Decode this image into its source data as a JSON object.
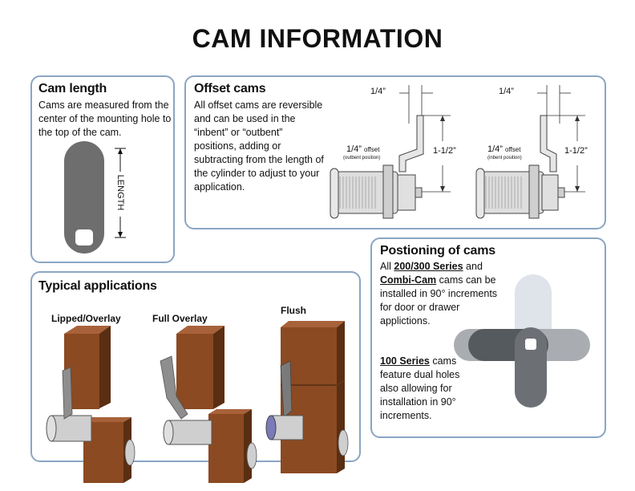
{
  "title": "CAM INFORMATION",
  "cam_length": {
    "title": "Cam length",
    "text": "Cams are measured from the center of the mounting hole to the top of the cam.",
    "dim_label": "LENGTH"
  },
  "offset_cams": {
    "title": "Offset cams",
    "text": "All offset cams are reversible and can be used in the “inbent” or “outbent” positions, adding or subtracting from the length of the cylinder to adjust to your application.",
    "left": {
      "top_dim": "1/4”",
      "side_dim": "1-1/2”",
      "offset_big": "1/4”",
      "offset_word": "offset",
      "position": "(outbent position)"
    },
    "right": {
      "top_dim": "1/4”",
      "side_dim": "1-1/2”",
      "offset_big": "1/4”",
      "offset_word": "offset",
      "position": "(inbent position)"
    }
  },
  "typical": {
    "title": "Typical applications",
    "items": [
      "Lipped/Overlay",
      "Full Overlay",
      "Flush"
    ]
  },
  "positioning": {
    "title": "Postioning of cams",
    "p1_a": "All ",
    "p1_link1": "200/300 Series",
    "p1_b": " and ",
    "p1_link2": "Combi-Cam",
    "p1_c": " cams can be installed in 90° increments for door or drawer applictions.",
    "p2_link": "100 Series",
    "p2_text": " cams feature dual holes also allowing for installation in 90° increments."
  },
  "colors": {
    "panel_border": "#8aa5c4",
    "wood": "#8b4a22",
    "cam_gray": "#6e6e6e"
  }
}
